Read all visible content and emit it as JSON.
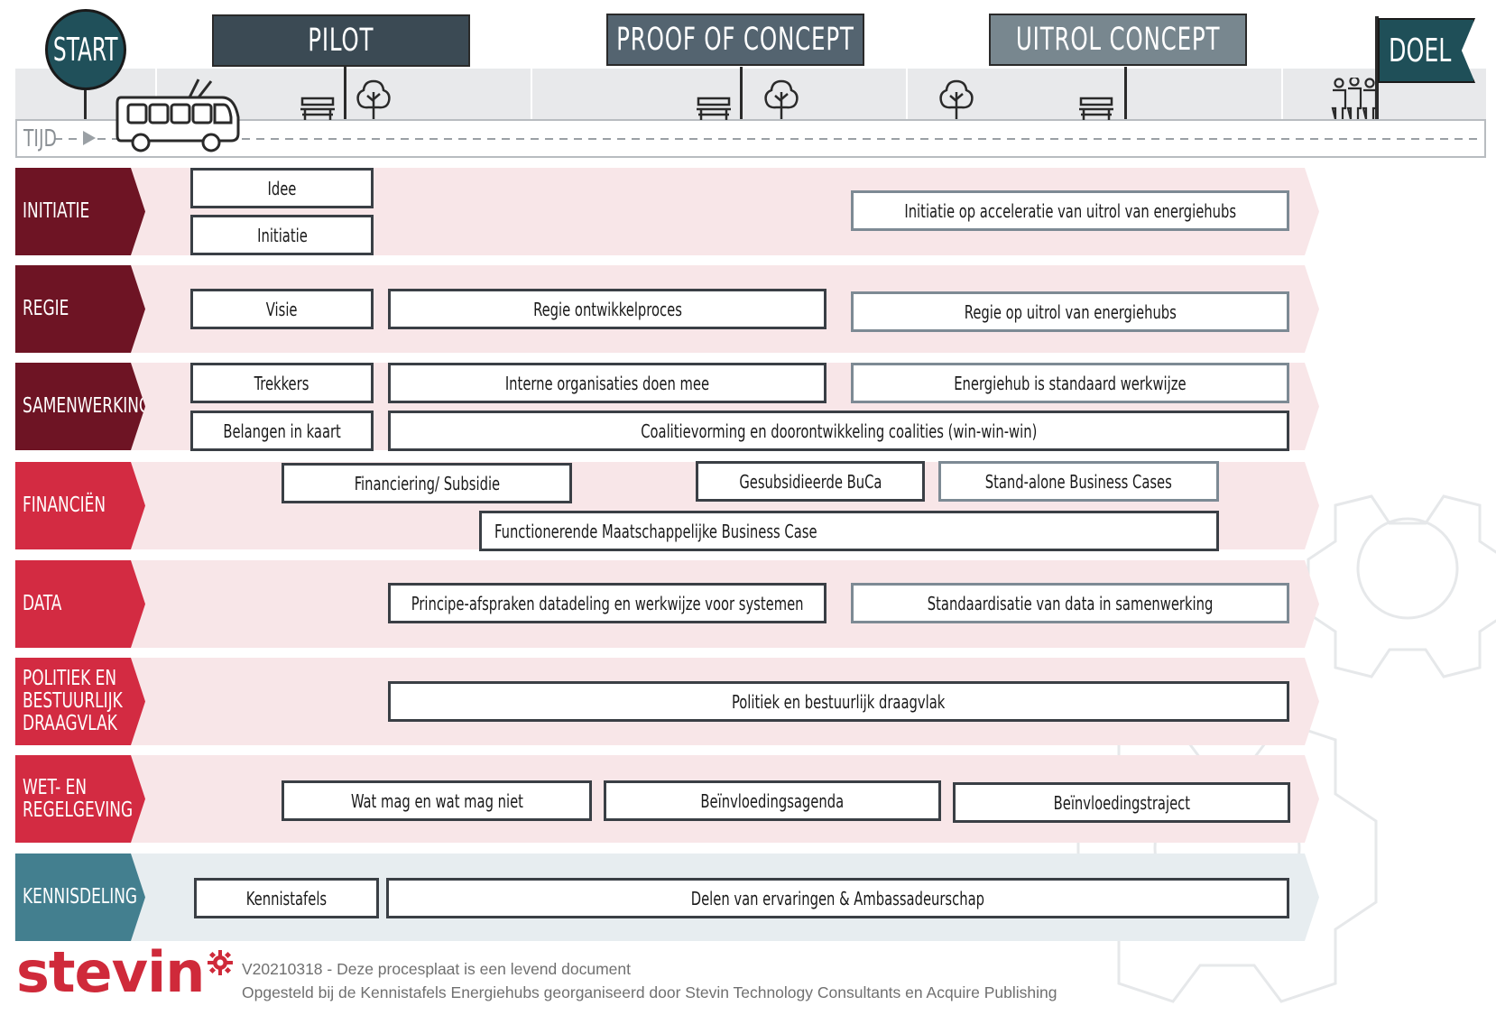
{
  "colors": {
    "phase_dark": "#3b4a54",
    "phase_mid": "#546470",
    "phase_light": "#78878f",
    "start_circle": "#20505a",
    "doel_flag": "#1f4f58",
    "lane_dark": "#6e1424",
    "lane_red": "#d32b42",
    "lane_teal": "#437f8f",
    "band_pink": "#f7e1e4",
    "band_blue": "#e7edf0",
    "logo_red": "#cf2a3a"
  },
  "timeline": {
    "start_label": "START",
    "doel_label": "DOEL",
    "tijd_label": "TIJD",
    "phases": [
      "PILOT",
      "PROOF OF CONCEPT",
      "UITROL CONCEPT"
    ]
  },
  "lanes": [
    {
      "label": "INITIATIE",
      "boxes": [
        "Idee",
        "Initiatie",
        "Initiatie op acceleratie van uitrol van energiehubs"
      ]
    },
    {
      "label": "REGIE",
      "boxes": [
        "Visie",
        "Regie ontwikkelproces",
        "Regie op uitrol van energiehubs"
      ]
    },
    {
      "label": "SAMENWERKING",
      "boxes": [
        "Trekkers",
        "Interne organisaties doen mee",
        "Energiehub is standaard werkwijze",
        "Belangen in kaart",
        "Coalitievorming en doorontwikkeling coalities (win-win-win)"
      ]
    },
    {
      "label": "FINANCIËN",
      "boxes": [
        "Financiering/ Subsidie",
        "Gesubsidieerde BuCa",
        "Stand-alone Business Cases",
        "Functionerende Maatschappelijke Business Case"
      ]
    },
    {
      "label": "DATA",
      "boxes": [
        "Principe-afspraken datadeling en werkwijze voor systemen",
        "Standaardisatie van data in samenwerking"
      ]
    },
    {
      "label": "POLITIEK EN\nBESTUURLIJK\nDRAAGVLAK",
      "boxes": [
        "Politiek en bestuurlijk draagvlak"
      ]
    },
    {
      "label": "WET- EN\nREGELGEVING",
      "boxes": [
        "Wat mag en wat mag niet",
        "Beïnvloedingsagenda",
        "Beïnvloedingstraject"
      ]
    },
    {
      "label": "KENNISDELING",
      "boxes": [
        "Kennistafels",
        "Delen van ervaringen & Ambassadeurschap"
      ]
    }
  ],
  "footer": {
    "logo": "stevin",
    "line1": "V20210318 - Deze procesplaat is een levend document",
    "line2": "Opgesteld bij de Kennistafels Energiehubs georganiseerd door Stevin Technology Consultants en Acquire Publishing"
  }
}
